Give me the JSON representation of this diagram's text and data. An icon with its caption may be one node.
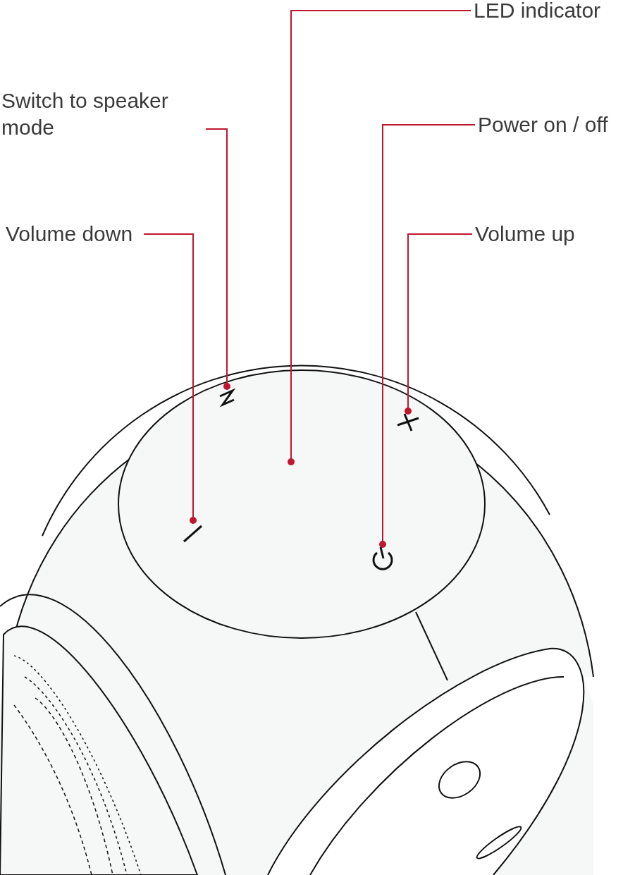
{
  "diagram": {
    "nodes": [
      {
        "text": [
          "LED indicator"
        ]
      },
      {
        "text": [
          "Switch to speaker mode"
        ]
      },
      {
        "text": [
          "Power on / off"
        ]
      },
      {
        "text": [
          "Volume down"
        ]
      },
      {
        "text": [
          "Volume up"
        ]
      },
      {
        "text": [],
        "shape": "picture"
      },
      {
        "text": [],
        "shape": "picture"
      },
      {
        "text": [],
        "shape": "picture"
      },
      {
        "text": [],
        "shape": "picture"
      }
    ],
    "edges": [
      {
        "from": 0,
        "to": null,
        "arrow": "other"
      },
      {
        "from": 1,
        "to": 5,
        "arrow": "other"
      },
      {
        "from": 2,
        "to": 8,
        "arrow": "other"
      },
      {
        "from": 3,
        "to": 7,
        "arrow": "other"
      },
      {
        "from": 4,
        "to": 6,
        "arrow": "other"
      }
    ]
  }
}
